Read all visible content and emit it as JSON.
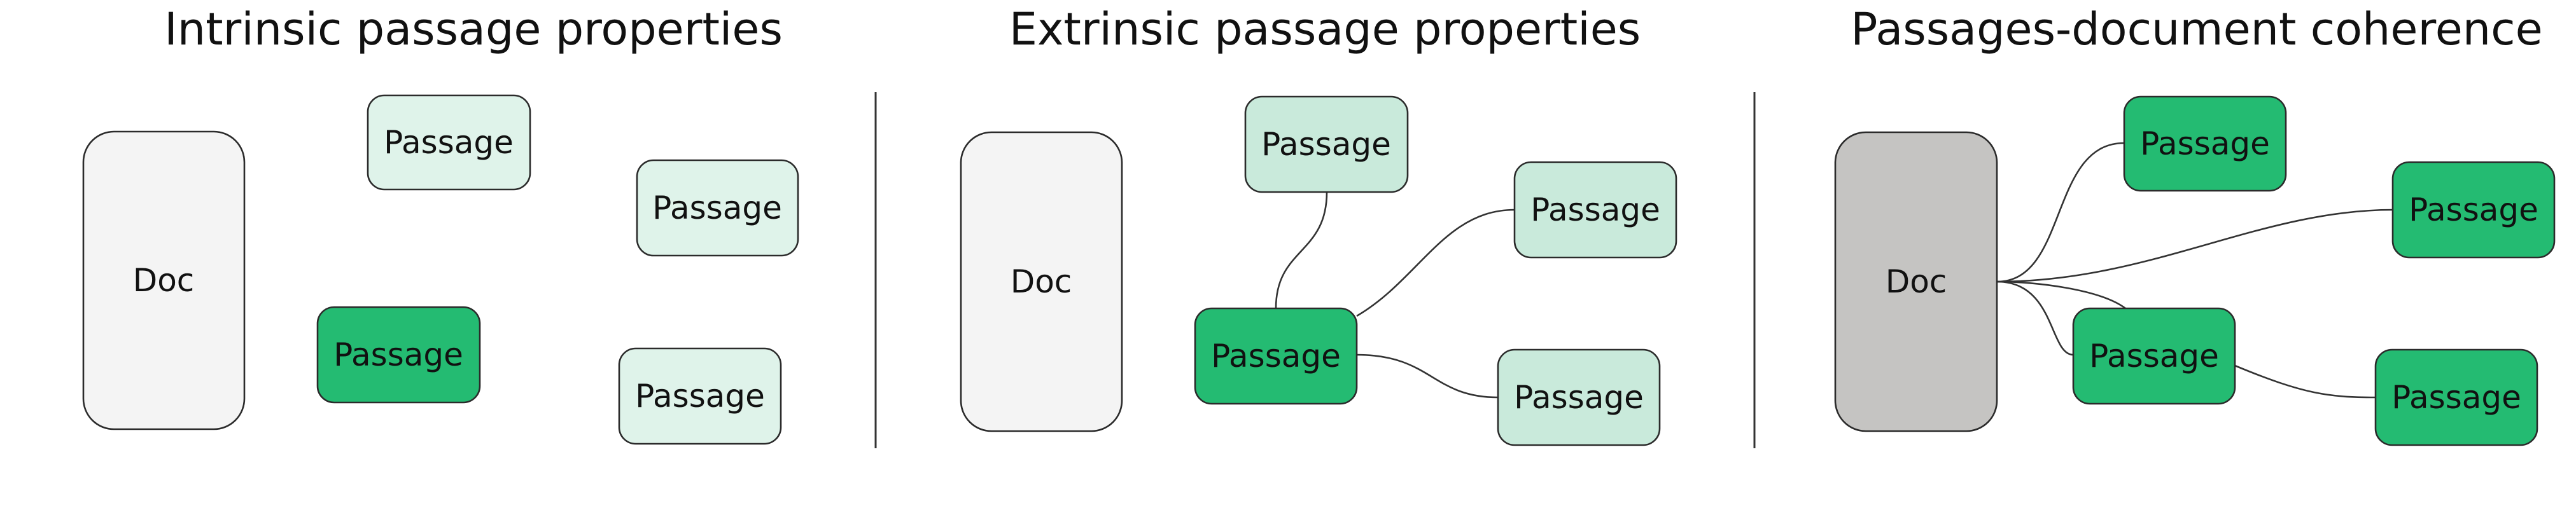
{
  "colors": {
    "doc_light": "#f4f4f4",
    "doc_dark": "#c5c4c2",
    "passage_light": "#dff3ea",
    "passage_mid": "#c9eadb",
    "passage_strong": "#24bb72"
  },
  "panels": [
    {
      "title": "Intrinsic passage properties",
      "doc": {
        "label": "Doc",
        "fill": "doc_light"
      },
      "passages": [
        {
          "label": "Passage",
          "fill": "passage_light"
        },
        {
          "label": "Passage",
          "fill": "passage_light"
        },
        {
          "label": "Passage",
          "fill": "passage_strong"
        },
        {
          "label": "Passage",
          "fill": "passage_light"
        }
      ]
    },
    {
      "title": "Extrinsic passage properties",
      "doc": {
        "label": "Doc",
        "fill": "doc_light"
      },
      "passages": [
        {
          "label": "Passage",
          "fill": "passage_mid"
        },
        {
          "label": "Passage",
          "fill": "passage_mid"
        },
        {
          "label": "Passage",
          "fill": "passage_strong"
        },
        {
          "label": "Passage",
          "fill": "passage_mid"
        }
      ]
    },
    {
      "title": "Passages-document coherence",
      "doc": {
        "label": "Doc",
        "fill": "doc_dark"
      },
      "passages": [
        {
          "label": "Passage",
          "fill": "passage_strong"
        },
        {
          "label": "Passage",
          "fill": "passage_strong"
        },
        {
          "label": "Passage",
          "fill": "passage_strong"
        },
        {
          "label": "Passage",
          "fill": "passage_strong"
        }
      ]
    }
  ]
}
